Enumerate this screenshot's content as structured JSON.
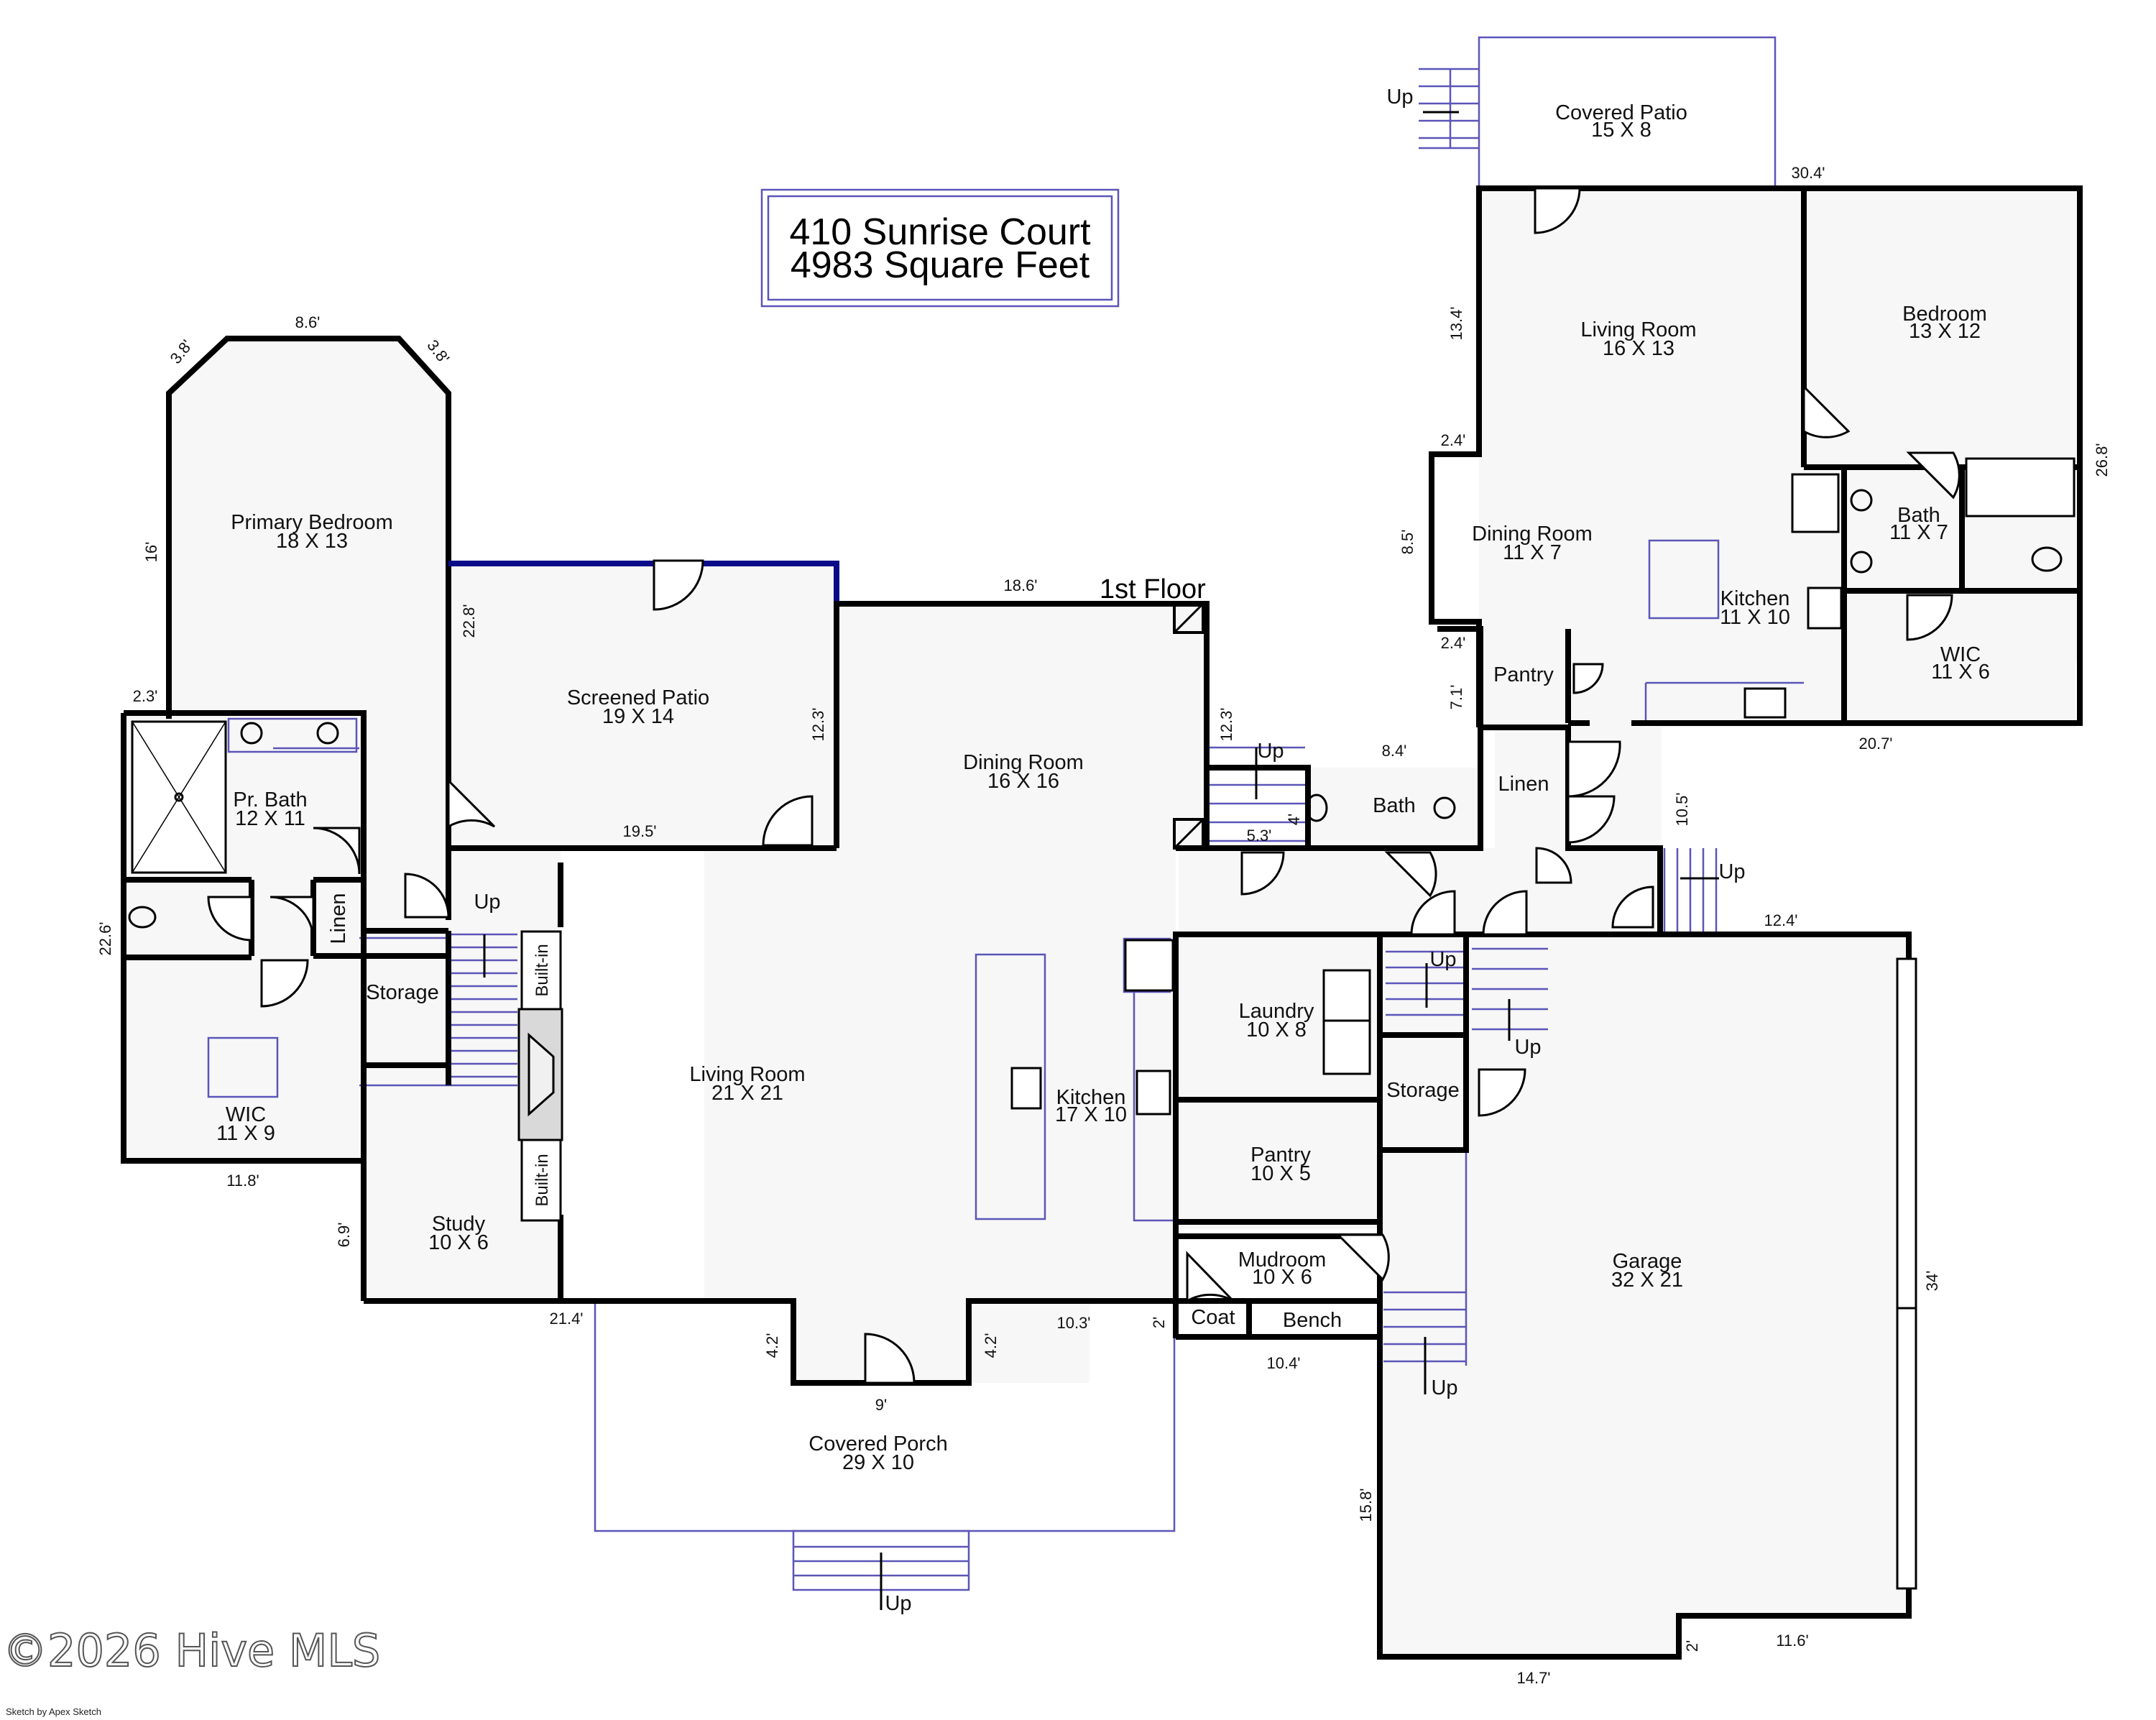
{
  "header": {
    "address": "410 Sunrise Court",
    "square_feet": "4983 Square Feet",
    "floor_label": "1st Floor"
  },
  "rooms": {
    "primary_bedroom": {
      "name": "Primary Bedroom",
      "size": "18 X 13"
    },
    "screened_patio": {
      "name": "Screened Patio",
      "size": "19 X 14"
    },
    "dining_room_main": {
      "name": "Dining Room",
      "size": "16 X 16"
    },
    "pr_bath": {
      "name": "Pr. Bath",
      "size": "12 X 11"
    },
    "living_room_main": {
      "name": "Living Room",
      "size": "21 X 21"
    },
    "kitchen_main": {
      "name": "Kitchen",
      "size": "17 X 10"
    },
    "laundry": {
      "name": "Laundry",
      "size": "10 X 8"
    },
    "pantry_main": {
      "name": "Pantry",
      "size": "10 X 5"
    },
    "mudroom": {
      "name": "Mudroom",
      "size": "10 X 6"
    },
    "wic_primary": {
      "name": "WIC",
      "size": "11 X 9"
    },
    "study": {
      "name": "Study",
      "size": "10 X 6"
    },
    "covered_porch": {
      "name": "Covered Porch",
      "size": "29 X 10"
    },
    "garage": {
      "name": "Garage",
      "size": "32 X 21"
    },
    "covered_patio": {
      "name": "Covered Patio",
      "size": "15 X 8"
    },
    "living_room_apt": {
      "name": "Living Room",
      "size": "16 X 13"
    },
    "bedroom_apt": {
      "name": "Bedroom",
      "size": "13 X 12"
    },
    "dining_room_apt": {
      "name": "Dining Room",
      "size": "11 X 7"
    },
    "bath_apt": {
      "name": "Bath",
      "size": "11 X 7"
    },
    "kitchen_apt": {
      "name": "Kitchen",
      "size": "11 X 10"
    },
    "wic_apt": {
      "name": "WIC",
      "size": "11 X 6"
    }
  },
  "small_labels": {
    "storage_left": "Storage",
    "linen_left": "Linen",
    "builtin_top": "Built-in",
    "builtin_bottom": "Built-in",
    "bath_half": "Bath",
    "linen_right": "Linen",
    "pantry_apt": "Pantry",
    "storage_garage": "Storage",
    "coat": "Coat",
    "bench": "Bench"
  },
  "stairs": {
    "up_left": "Up",
    "up_center": "Up",
    "up_apt": "Up",
    "up_laundry": "Up",
    "up_garage_top": "Up",
    "up_garage_bottom": "Up",
    "up_porch": "Up",
    "up_patio": "Up"
  },
  "dimensions": {
    "d_86": "8.6'",
    "d_38a": "3.8'",
    "d_38b": "3.8'",
    "d_16": "16'",
    "d_228": "22.8'",
    "d_23": "2.3'",
    "d_226": "22.6'",
    "d_118": "11.8'",
    "d_69": "6.9'",
    "d_214": "21.4'",
    "d_195": "19.5'",
    "d_123a": "12.3'",
    "d_186": "18.6'",
    "d_123b": "12.3'",
    "d_53": "5.3'",
    "d_4a": "4'",
    "d_84": "8.4'",
    "d_42a": "4.2'",
    "d_42b": "4.2'",
    "d_9": "9'",
    "d_103": "10.3'",
    "d_2a": "2'",
    "d_104": "10.4'",
    "d_158": "15.8'",
    "d_147": "14.7'",
    "d_116": "11.6'",
    "d_2b": "2'",
    "d_34": "34'",
    "d_124": "12.4'",
    "d_105": "10.5'",
    "d_207": "20.7'",
    "d_268": "26.8'",
    "d_304": "30.4'",
    "d_134": "13.4'",
    "d_24a": "2.4'",
    "d_85": "8.5'",
    "d_24b": "2.4'",
    "d_71": "7.1'"
  },
  "footer": {
    "watermark": "©2026 Hive MLS",
    "credit": "Sketch by Apex Sketch"
  }
}
